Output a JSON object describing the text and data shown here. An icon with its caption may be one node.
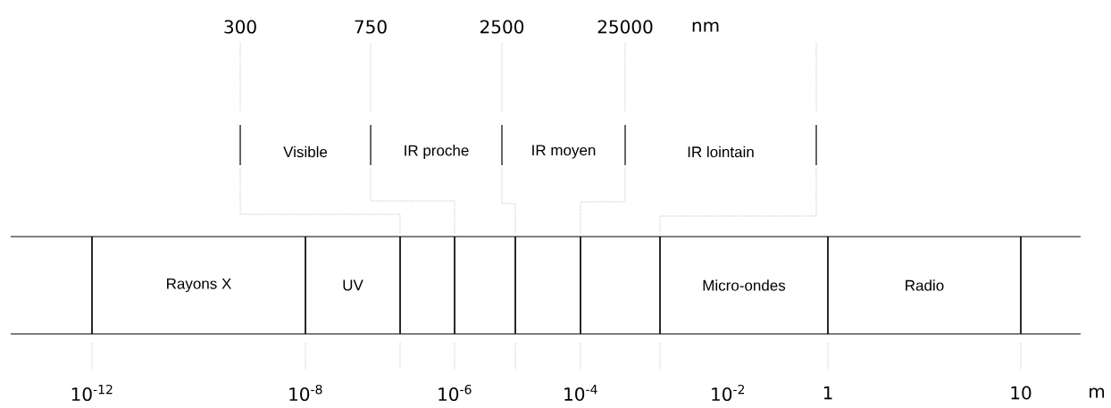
{
  "diagram": {
    "nodes": [
      {
        "text": [
          "Visible"
        ]
      },
      {
        "text": [
          "IR proche"
        ]
      },
      {
        "text": [
          "IR moyen"
        ]
      },
      {
        "text": [
          "IR lointain"
        ]
      },
      {
        "text": [],
        "shape": "box"
      },
      {
        "text": [
          "Rayons X"
        ]
      },
      {
        "text": [
          "UV"
        ]
      },
      {
        "text": [],
        "shape": "box"
      },
      {
        "text": [],
        "shape": "box"
      },
      {
        "text": [],
        "shape": "box"
      },
      {
        "text": [],
        "shape": "box"
      },
      {
        "text": [
          "Micro-ondes"
        ]
      },
      {
        "text": [
          "Radio"
        ]
      },
      {
        "text": [],
        "shape": "box"
      }
    ],
    "labels": [
      "300",
      "750",
      "2500",
      "25000",
      "nm",
      "10$^{-12}$",
      "10$^{-8}$",
      "10$^{-6}$",
      "10$^{-4}$",
      "10$^{-2}$",
      "1",
      "10",
      "m"
    ]
  }
}
